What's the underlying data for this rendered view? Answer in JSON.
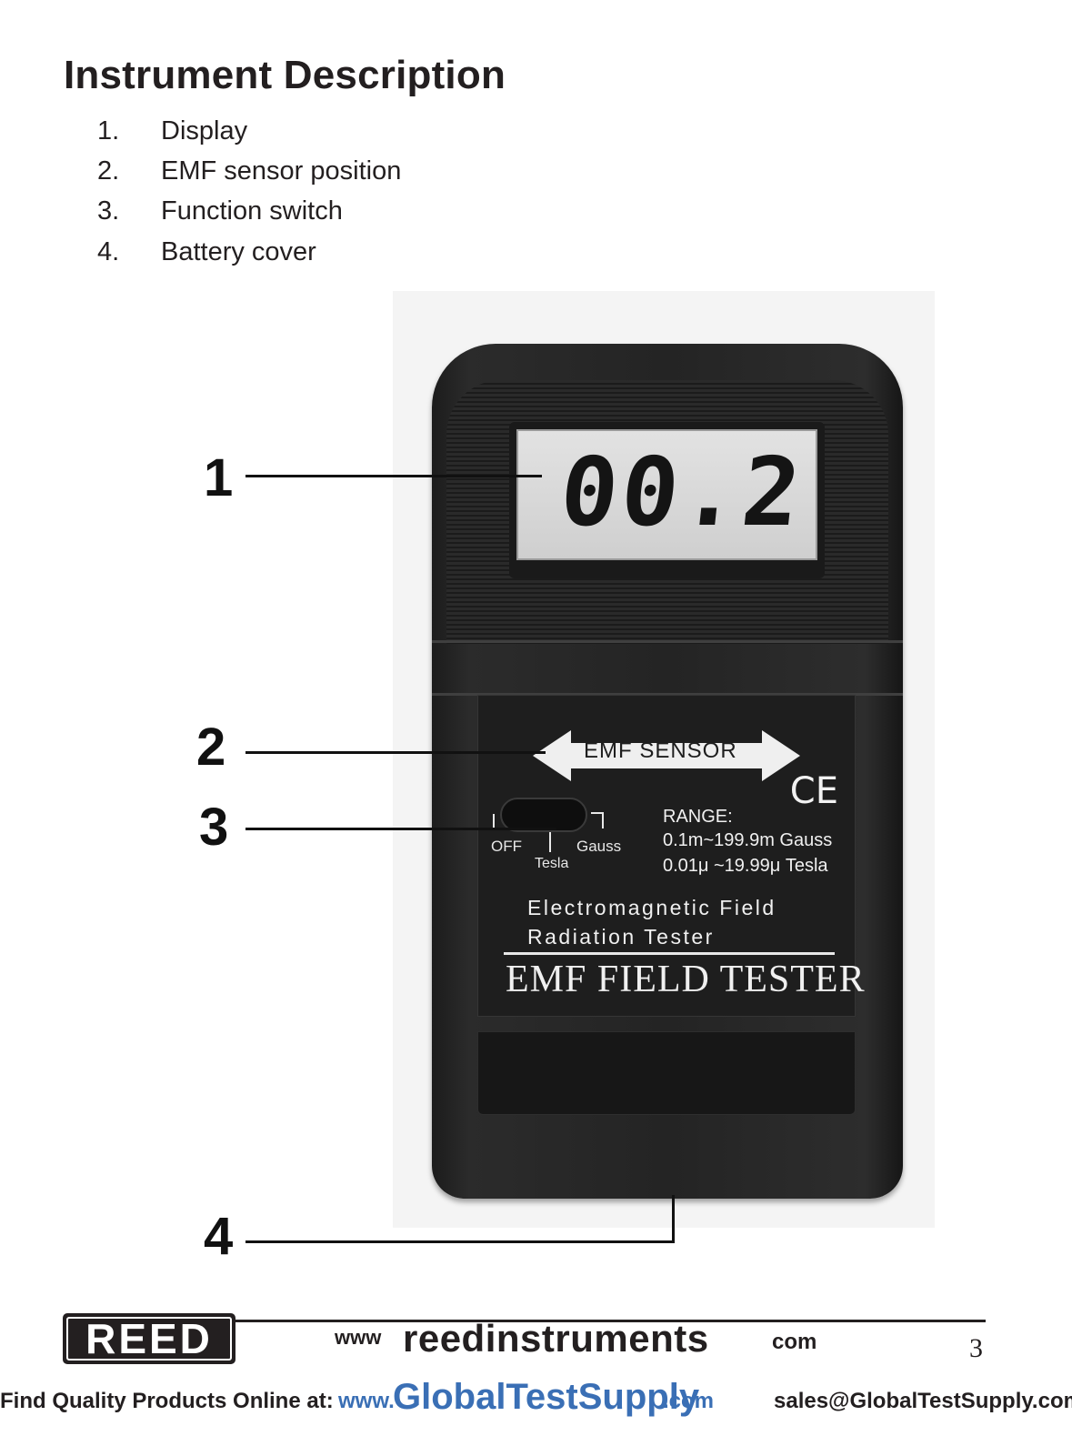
{
  "heading": "Instrument Description",
  "items": [
    {
      "num": "1.",
      "text": "Display"
    },
    {
      "num": "2.",
      "text": "EMF sensor position"
    },
    {
      "num": "3.",
      "text": "Function switch"
    },
    {
      "num": "4.",
      "text": "Battery cover"
    }
  ],
  "device": {
    "display_reading": "00.2",
    "sensor_label": "EMF  SENSOR",
    "ce_mark": "CE",
    "switch_off": "OFF",
    "switch_tesla": "Tesla",
    "switch_gauss": "Gauss",
    "range_title": "RANGE:",
    "range_gauss": "0.1m~199.9m  Gauss",
    "range_tesla": "0.01μ ~19.99μ  Tesla",
    "desc_line1": "Electromagnetic  Field",
    "desc_line2": "Radiation  Tester",
    "product_name": "EMF  FIELD  TESTER"
  },
  "callouts": [
    "1",
    "2",
    "3",
    "4"
  ],
  "footer": {
    "logo": "REED",
    "site_www": "www",
    "site_domain": "reedinstruments",
    "site_com": "com",
    "page_number": "3"
  },
  "ad_bar": {
    "tagline": "Find Quality Products Online at:",
    "www": "www.",
    "domain": "GlobalTestSupply",
    "com": ".com",
    "email": "sales@GlobalTestSupply.com"
  }
}
